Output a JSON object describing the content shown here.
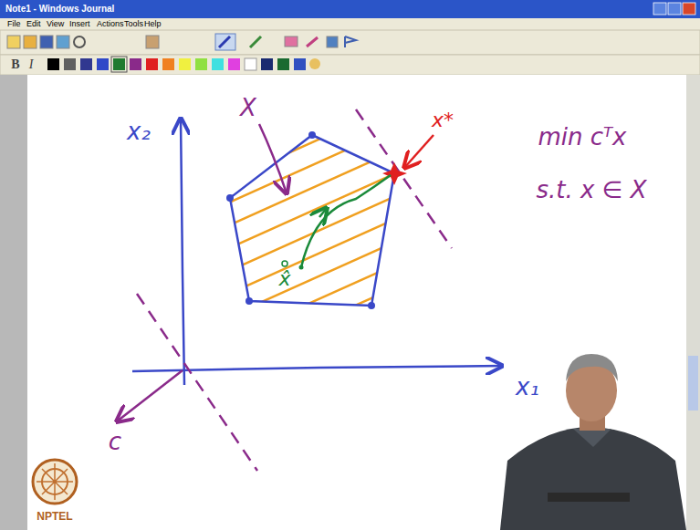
{
  "diagram": {
    "labels": [
      "Note1 - Windows Journal",
      "File",
      "Edit",
      "View",
      "Insert",
      "Actions",
      "Tools",
      "Help",
      "B",
      "I",
      "x₂",
      "X",
      "x*",
      "x̂",
      "min cᵀx",
      "s.t. x ∈ X",
      "x₁",
      "c",
      "NPTEL"
    ]
  }
}
